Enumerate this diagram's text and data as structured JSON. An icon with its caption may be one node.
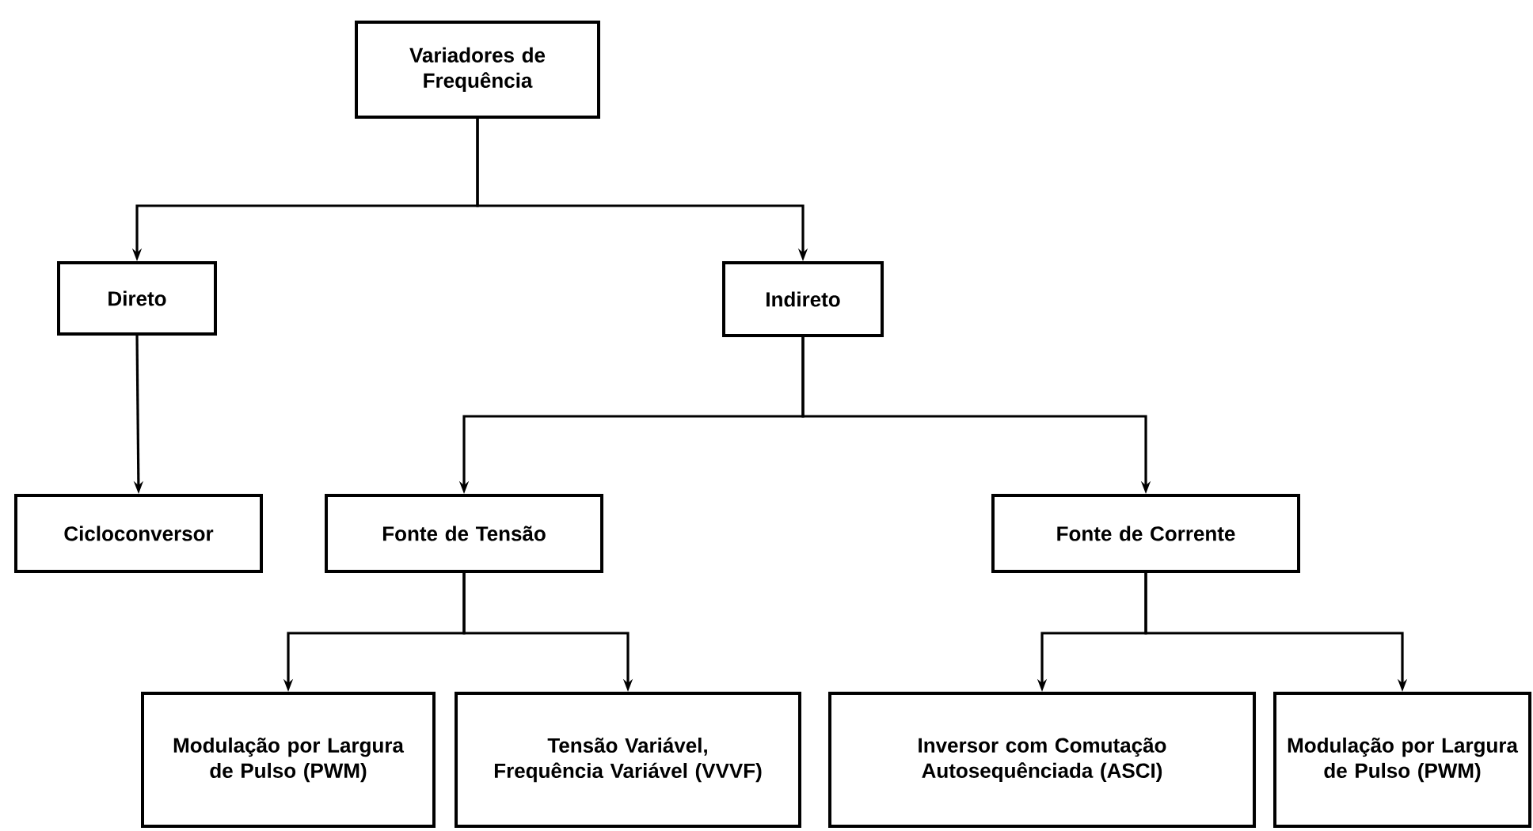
{
  "diagram": {
    "nodes": [
      {
        "text": [
          "Variadores de Frequência"
        ]
      },
      {
        "text": [
          "Direto"
        ]
      },
      {
        "text": [
          "Indireto"
        ]
      },
      {
        "text": [
          "Cicloconversor"
        ]
      },
      {
        "text": [
          "Fonte de Tensão"
        ]
      },
      {
        "text": [
          "Fonte de Corrente"
        ]
      },
      {
        "text": [
          "Modulação por Largura de Pulso (PWM)"
        ]
      },
      {
        "text": [
          "Tensão Variável, Frequência Variável (VVVF)"
        ]
      },
      {
        "text": [
          "Inversor com Comutação Autosequênciada (ASCI)"
        ]
      },
      {
        "text": [
          "Modulação por Largura de Pulso (PWM)"
        ]
      }
    ],
    "edges": [
      {
        "from": 0,
        "to": 1,
        "arrow": "to"
      },
      {
        "from": 0,
        "to": 2,
        "arrow": "to"
      },
      {
        "from": 1,
        "to": 3,
        "arrow": "to"
      },
      {
        "from": 2,
        "to": 4,
        "arrow": "to"
      },
      {
        "from": 2,
        "to": 5,
        "arrow": "to"
      },
      {
        "from": 4,
        "to": 6,
        "arrow": "to"
      },
      {
        "from": 4,
        "to": 7,
        "arrow": "to"
      },
      {
        "from": 5,
        "to": 8,
        "arrow": "to"
      },
      {
        "from": 5,
        "to": 9,
        "arrow": "to"
      }
    ]
  }
}
